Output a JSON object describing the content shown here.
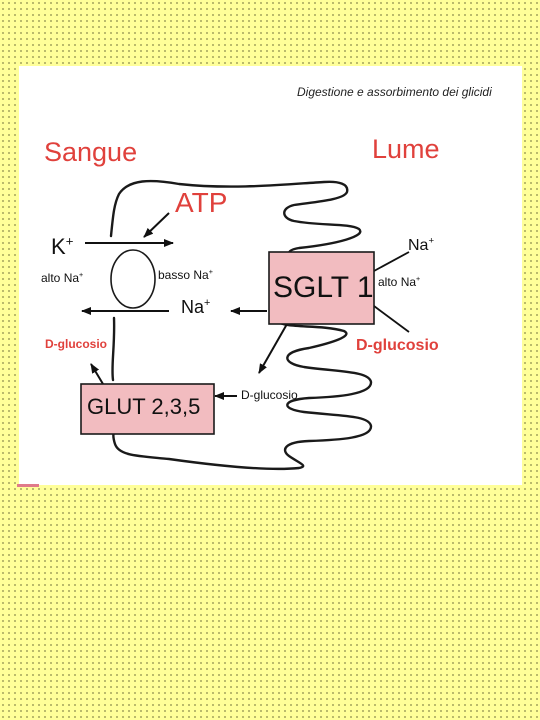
{
  "header": "Digestione e assorbimento dei glicidi",
  "labels": {
    "blood": "Sangue",
    "lumen": "Lume",
    "atp": "ATP",
    "k": "K",
    "k_sup": "+",
    "alto_na_left": "alto",
    "na_left": "Na",
    "na_left_sup": "+",
    "basso_na": "basso Na",
    "basso_na_sup": "+",
    "na_mid": "Na",
    "na_mid_sup": "+",
    "na_right": "Na",
    "na_right_sup": "+",
    "alto_na_right": "alto",
    "na_right2": "Na",
    "na_right2_sup": "+",
    "d_glucose_left": "D-glucosio",
    "d_glucose_right": "D-glucosio",
    "d_glucose_mid": "D-glucosio"
  },
  "transporters": {
    "sglt": "SGLT 1",
    "glut": "GLUT 2,3,5"
  },
  "colors": {
    "background": "#ffff99",
    "red_text": "#e0413c",
    "box_fill": "#f2bcc0"
  }
}
